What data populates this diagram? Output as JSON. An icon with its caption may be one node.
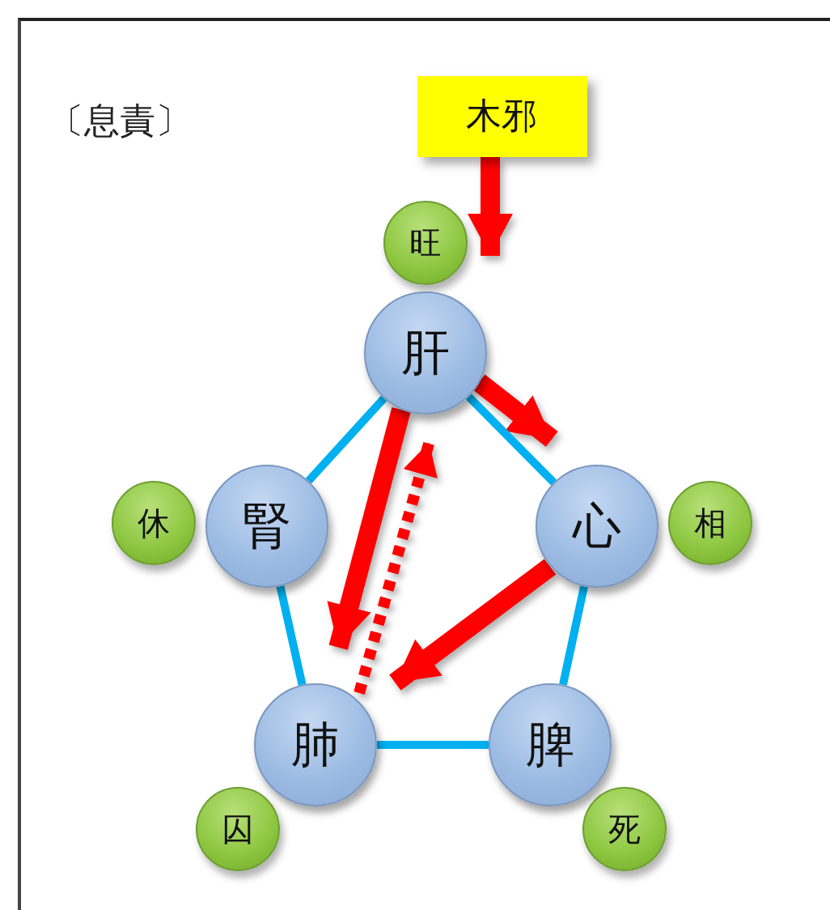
{
  "diagram": {
    "title": "〔息責〕",
    "nodes": [
      {
        "text": [
          "木邪"
        ]
      },
      {
        "text": [
          "旺"
        ]
      },
      {
        "text": [
          "肝"
        ]
      },
      {
        "text": [
          "腎"
        ]
      },
      {
        "text": [
          "心"
        ]
      },
      {
        "text": [
          "休"
        ]
      },
      {
        "text": [
          "相"
        ]
      },
      {
        "text": [
          "肺"
        ]
      },
      {
        "text": [
          "脾"
        ]
      },
      {
        "text": [
          "囚"
        ]
      },
      {
        "text": [
          "死"
        ]
      }
    ],
    "edges": [
      {
        "from": 0,
        "to": 2,
        "arrow": "to",
        "style": "thick",
        "color": "#ff0000"
      },
      {
        "from": 2,
        "to": 4,
        "arrow": "to",
        "style": "thick",
        "color": "#ff0000"
      },
      {
        "from": 2,
        "to": 7,
        "arrow": "to",
        "style": "thick",
        "color": "#ff0000"
      },
      {
        "from": 7,
        "to": 2,
        "arrow": "to",
        "style": "dashed",
        "color": "#ff0000"
      },
      {
        "from": 4,
        "to": 7,
        "arrow": "to",
        "style": "thick",
        "color": "#ff0000"
      },
      {
        "from": 2,
        "to": 4,
        "arrow": "none",
        "color": "#00b0f0"
      },
      {
        "from": 4,
        "to": 8,
        "arrow": "none",
        "color": "#00b0f0"
      },
      {
        "from": 8,
        "to": 7,
        "arrow": "none",
        "color": "#00b0f0"
      },
      {
        "from": 7,
        "to": 3,
        "arrow": "none",
        "color": "#00b0f0"
      },
      {
        "from": 3,
        "to": 2,
        "arrow": "none",
        "color": "#00b0f0"
      }
    ]
  }
}
